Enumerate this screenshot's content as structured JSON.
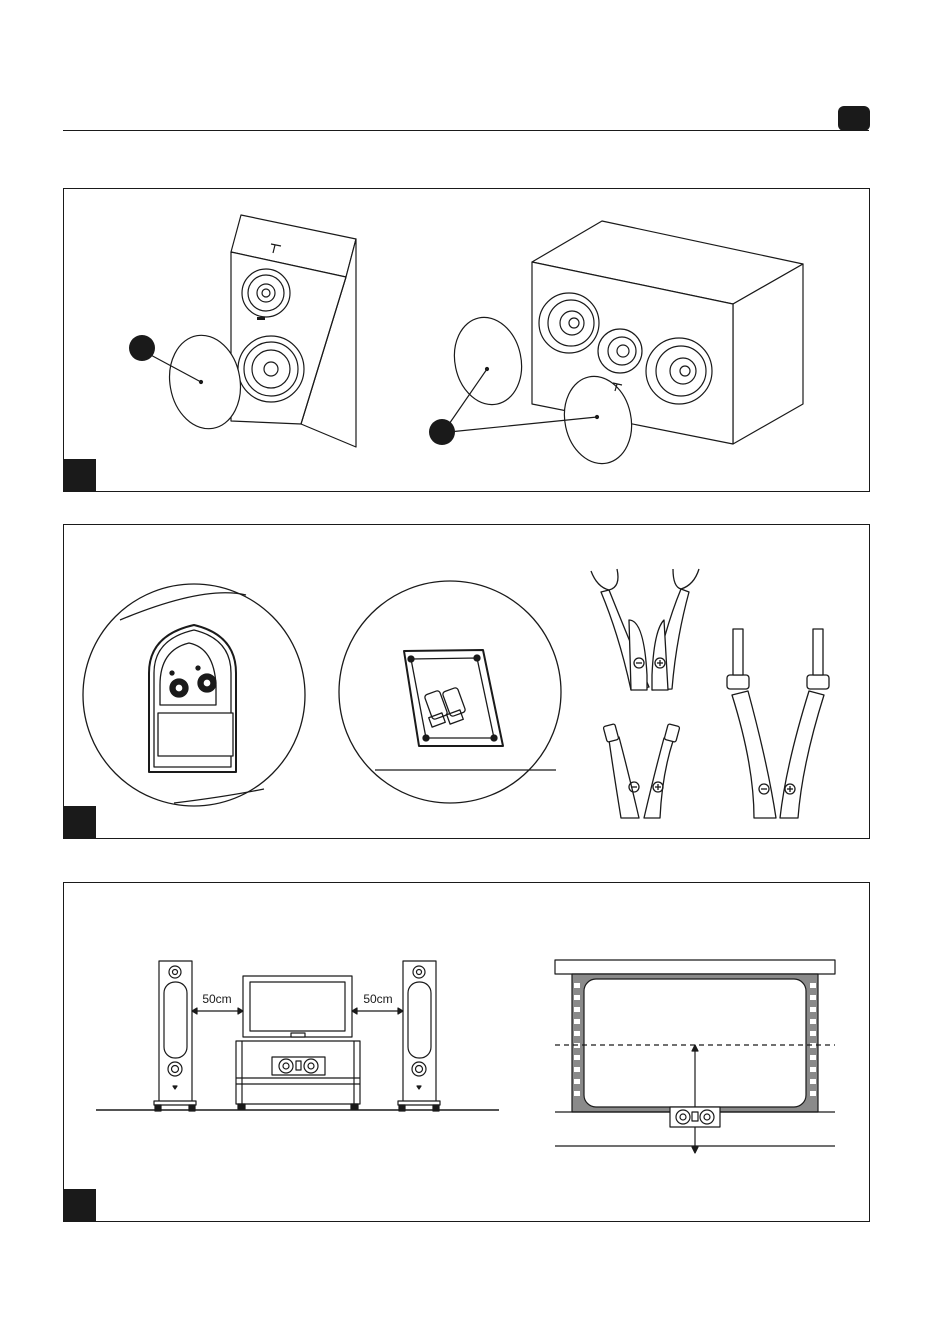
{
  "header": {},
  "figures": [
    {
      "id": "fig-1",
      "description_hidden": false
    },
    {
      "id": "fig-2"
    },
    {
      "id": "fig-3",
      "left_spacing_label": "50cm",
      "right_spacing_label": "50cm"
    }
  ],
  "colors": {
    "ink": "#1a1a1a",
    "grey": "#8a8a8a",
    "paper": "#ffffff"
  }
}
